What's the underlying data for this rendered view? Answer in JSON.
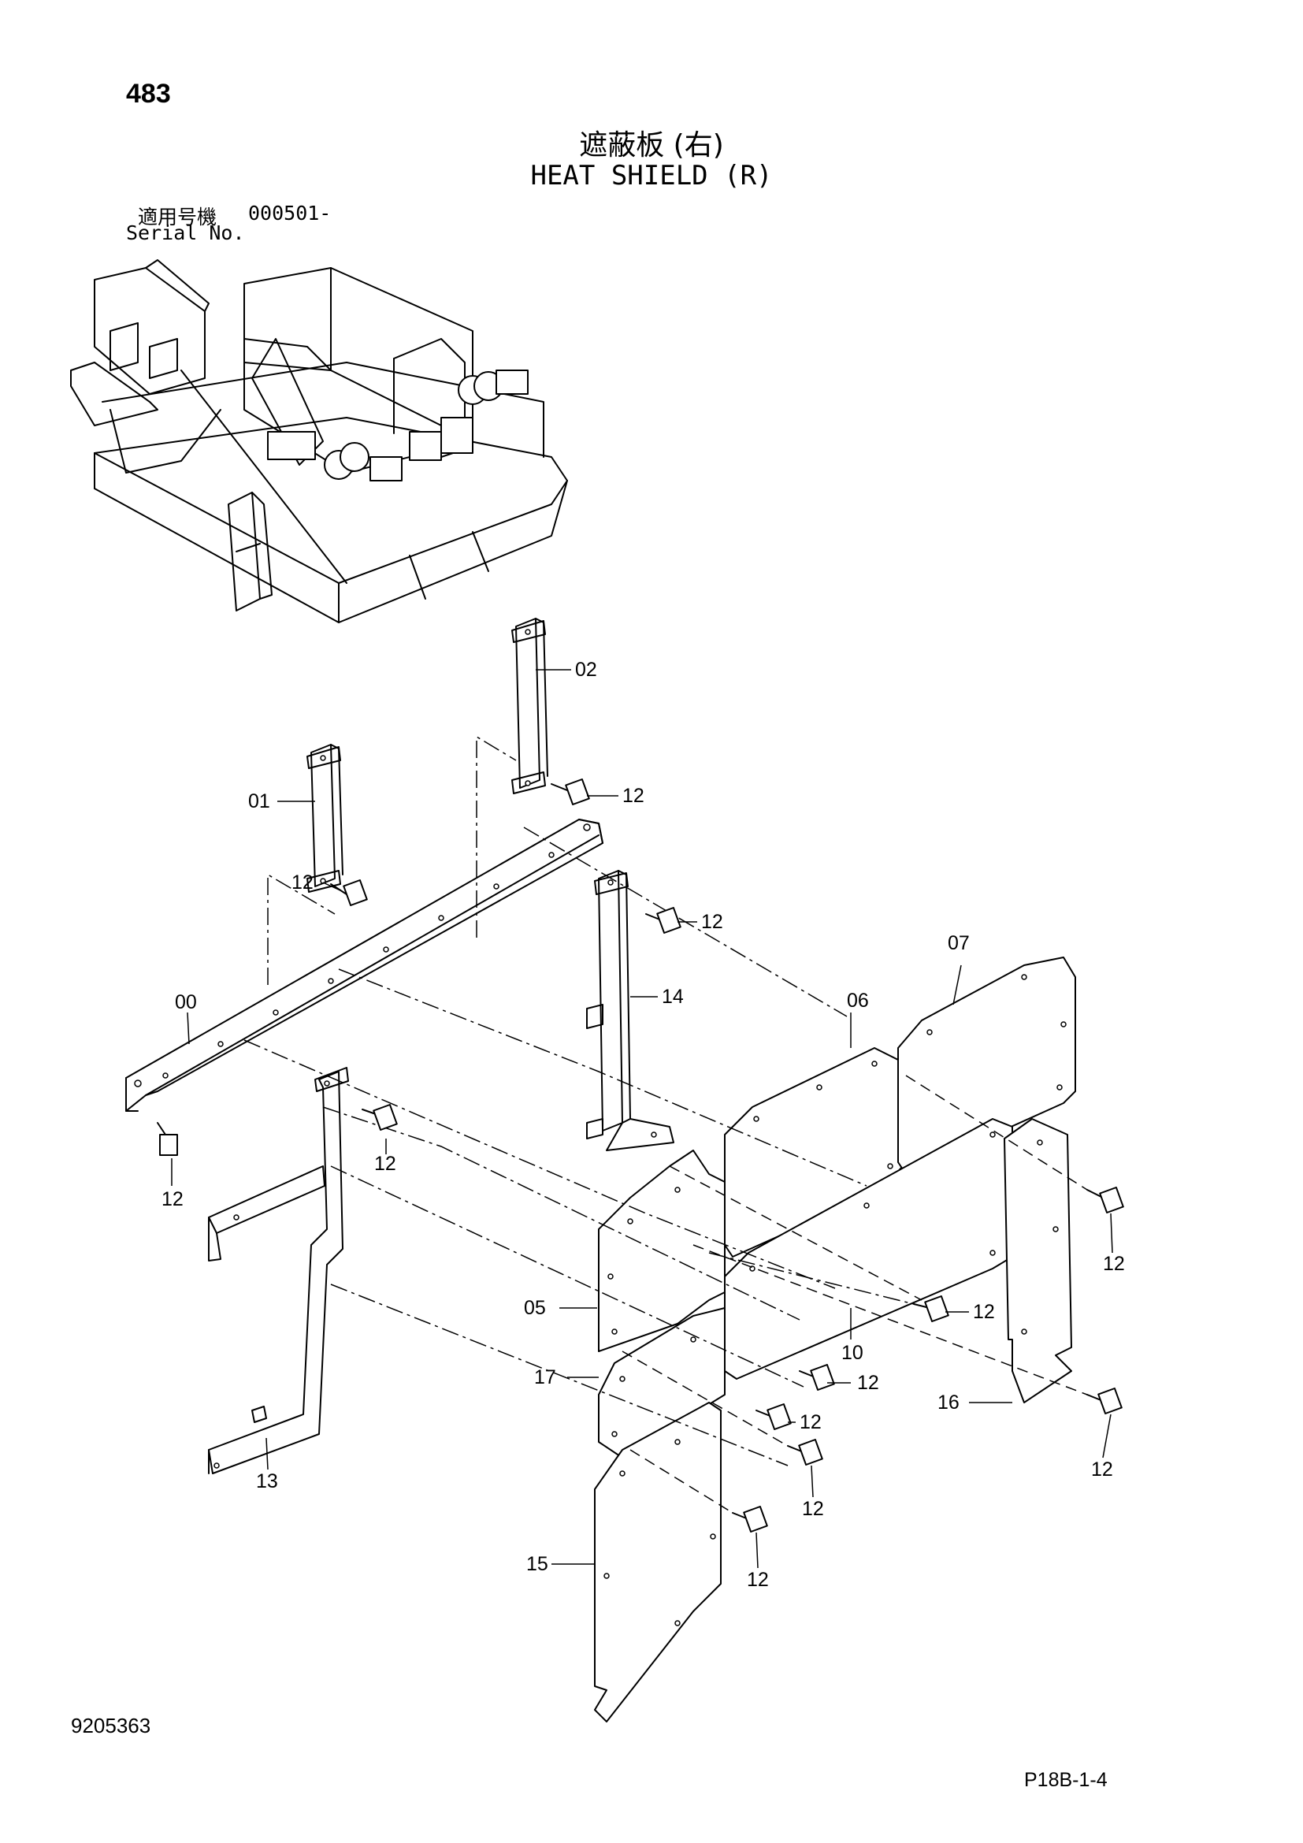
{
  "header": {
    "page_number": "483",
    "title_ja": "遮蔽板 (右)",
    "title_en": "HEAT SHIELD (R)",
    "serial_label_ja": "適用号機",
    "serial_value": "000501-",
    "serial_label_en": "Serial No."
  },
  "footer": {
    "doc_number": "9205363",
    "sheet_code": "P18B-1-4"
  },
  "callouts": {
    "p00": "00",
    "p01": "01",
    "p02": "02",
    "p05": "05",
    "p06": "06",
    "p07": "07",
    "p10": "10",
    "p12": "12",
    "p13": "13",
    "p14": "14",
    "p15": "15",
    "p16": "16",
    "p17": "17"
  }
}
